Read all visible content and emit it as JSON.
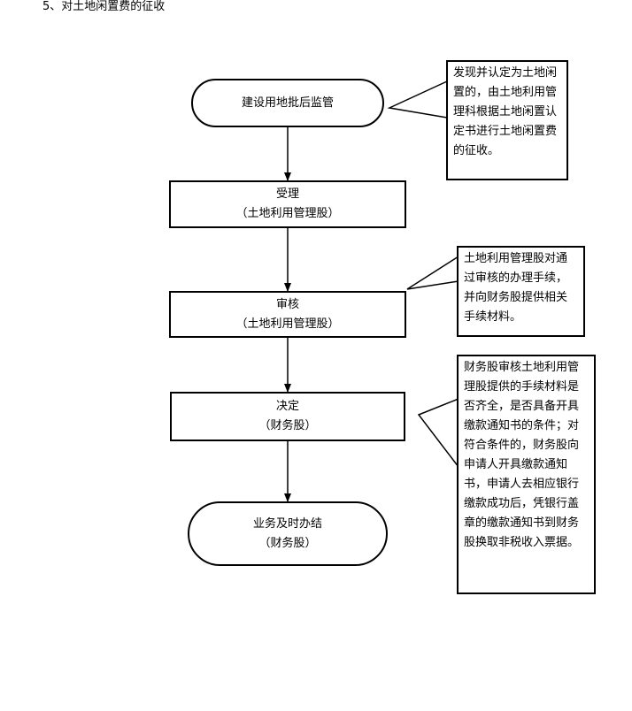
{
  "title": "5、对土地闲置费的征收",
  "nodes": [
    {
      "line1": "建设用地批后监管",
      "line2": ""
    },
    {
      "line1": "受理",
      "line2": "（土地利用管理股）"
    },
    {
      "line1": "审核",
      "line2": "（土地利用管理股）"
    },
    {
      "line1": "决定",
      "line2": "（财务股）"
    },
    {
      "line1": "业务及时办结",
      "line2": "（财务股）"
    }
  ],
  "notes": [
    {
      "lines": [
        "发现并认定为土地闲",
        "置的，由土地利用管",
        "理科根据土地闲置认",
        "定书进行土地闲置费",
        "的征收。"
      ]
    },
    {
      "lines": [
        "土地利用管理股对通",
        "过审核的办理手续，",
        "并向财务股提供相关",
        "手续材料。"
      ]
    },
    {
      "lines": [
        "财务股审核土地利用管",
        "理股提供的手续材料是",
        "否齐全，是否具备开具",
        "缴款通知书的条件；对",
        "符合条件的，财务股向",
        "申请人开具缴款通知",
        "书，申请人去相应银行",
        "缴款成功后，凭银行盖",
        "章的缴款通知书到财务",
        "股换取非税收入票据。"
      ]
    }
  ]
}
